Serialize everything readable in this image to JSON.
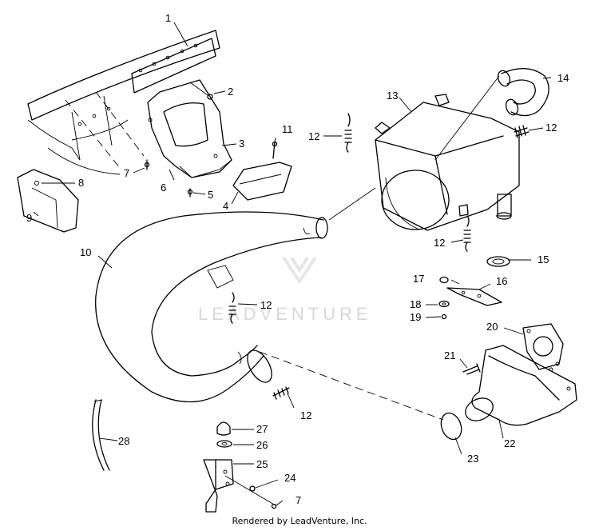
{
  "diagram": {
    "watermark": "LEADVENTURE",
    "footer": "Rendered by LeadVenture, Inc.",
    "callouts": [
      {
        "id": "c1",
        "text": "1"
      },
      {
        "id": "c2",
        "text": "2"
      },
      {
        "id": "c3",
        "text": "3"
      },
      {
        "id": "c4",
        "text": "4"
      },
      {
        "id": "c5",
        "text": "5"
      },
      {
        "id": "c6",
        "text": "6"
      },
      {
        "id": "c7a",
        "text": "7"
      },
      {
        "id": "c8",
        "text": "8"
      },
      {
        "id": "c9",
        "text": "9"
      },
      {
        "id": "c10",
        "text": "10"
      },
      {
        "id": "c11",
        "text": "11"
      },
      {
        "id": "c12a",
        "text": "12"
      },
      {
        "id": "c12b",
        "text": "12"
      },
      {
        "id": "c12c",
        "text": "12"
      },
      {
        "id": "c12d",
        "text": "12"
      },
      {
        "id": "c12e",
        "text": "12"
      },
      {
        "id": "c13",
        "text": "13"
      },
      {
        "id": "c14",
        "text": "14"
      },
      {
        "id": "c15",
        "text": "15"
      },
      {
        "id": "c16",
        "text": "16"
      },
      {
        "id": "c17",
        "text": "17"
      },
      {
        "id": "c18",
        "text": "18"
      },
      {
        "id": "c19",
        "text": "19"
      },
      {
        "id": "c20",
        "text": "20"
      },
      {
        "id": "c21",
        "text": "21"
      },
      {
        "id": "c22",
        "text": "22"
      },
      {
        "id": "c23",
        "text": "23"
      },
      {
        "id": "c24",
        "text": "24"
      },
      {
        "id": "c25",
        "text": "25"
      },
      {
        "id": "c26",
        "text": "26"
      },
      {
        "id": "c27",
        "text": "27"
      },
      {
        "id": "c28",
        "text": "28"
      },
      {
        "id": "c7b",
        "text": "7"
      }
    ]
  }
}
